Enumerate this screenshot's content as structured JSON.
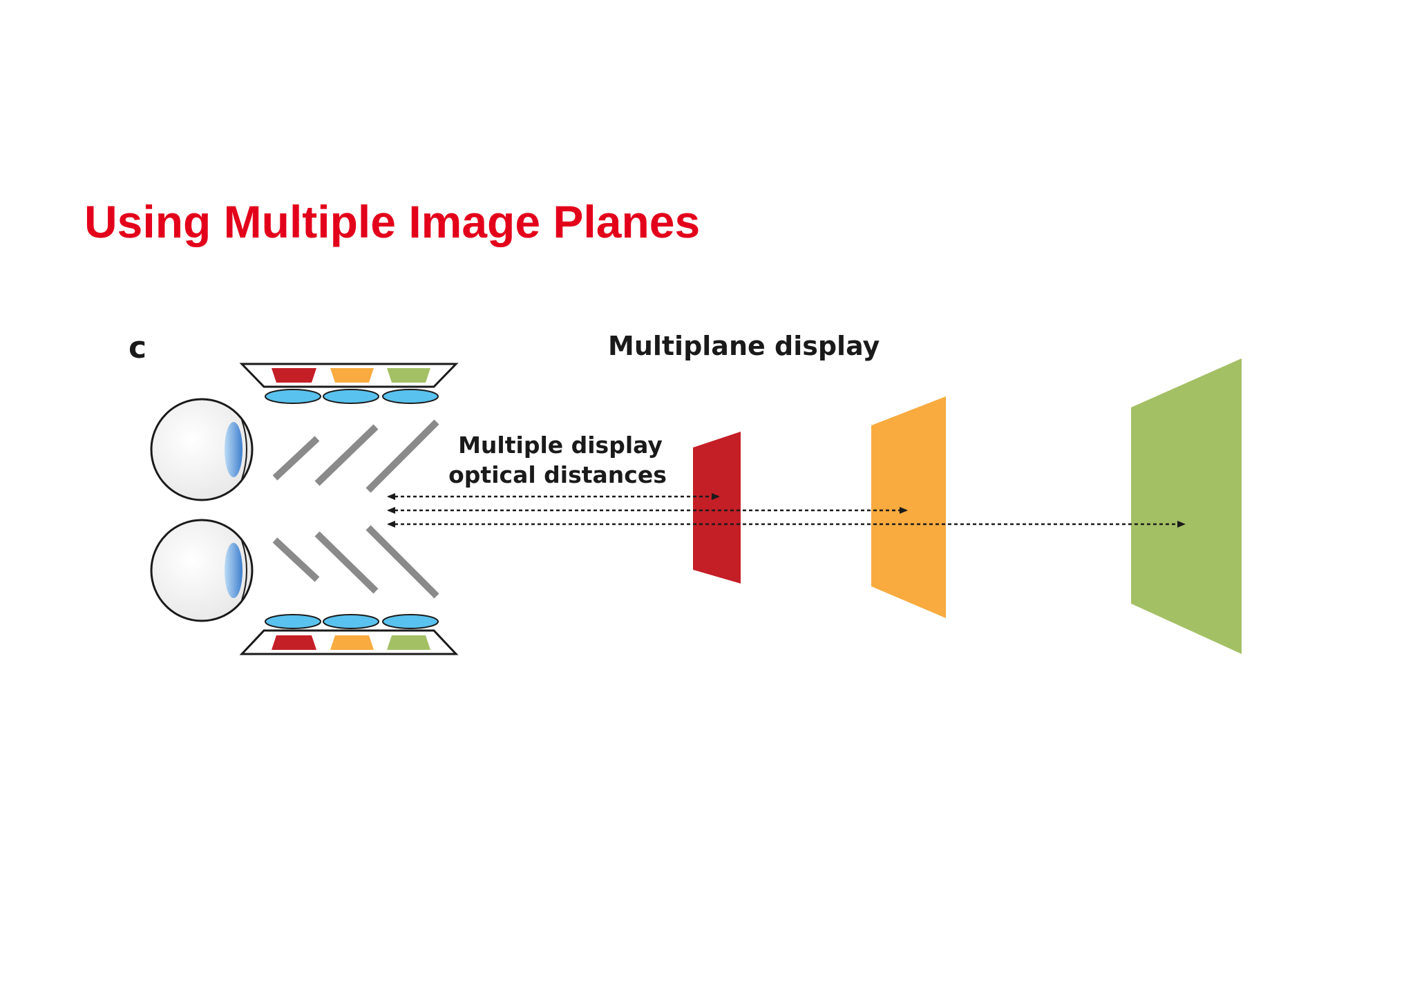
{
  "slide": {
    "title": "Using Multiple Image Planes",
    "title_color": "#e3001b"
  },
  "figure": {
    "panel_letter": "c",
    "heading": "Multiplane display",
    "annotation_line1": "Multiple display",
    "annotation_line2": "optical distances"
  },
  "colors": {
    "near_plane": "#c41e26",
    "mid_plane": "#f9ab3f",
    "far_plane": "#a4c065",
    "lens": "#5ac2ee",
    "mirror": "#8a8a8a",
    "cornea": "#4a8fd4",
    "text": "#1a1a1a"
  },
  "icons": {
    "eyes": "eyeball-icon",
    "lenses": "lens-icon",
    "mirrors": "beam-splitter-icon"
  }
}
